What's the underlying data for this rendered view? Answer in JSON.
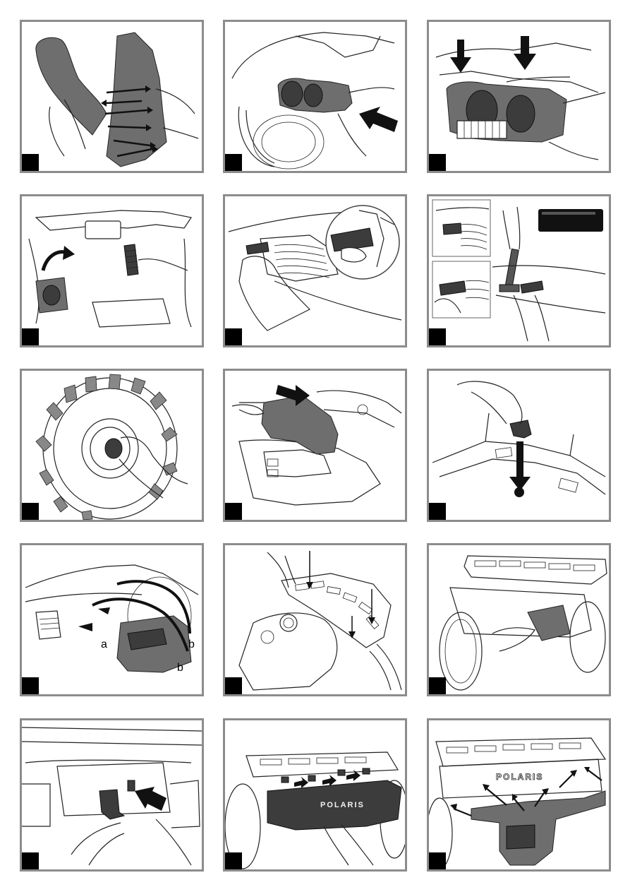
{
  "page": {
    "title": "",
    "panels": [
      {
        "id": 1,
        "labels": []
      },
      {
        "id": 2,
        "labels": []
      },
      {
        "id": 3,
        "labels": []
      },
      {
        "id": 4,
        "labels": []
      },
      {
        "id": 5,
        "labels": []
      },
      {
        "id": 6,
        "labels": []
      },
      {
        "id": 7,
        "labels": []
      },
      {
        "id": 8,
        "labels": []
      },
      {
        "id": 9,
        "labels": []
      },
      {
        "id": 10,
        "labels": [
          "a",
          "b",
          "b"
        ]
      },
      {
        "id": 11,
        "labels": []
      },
      {
        "id": 12,
        "labels": []
      },
      {
        "id": 13,
        "labels": []
      },
      {
        "id": 14,
        "labels": [
          "POLARIS"
        ]
      },
      {
        "id": 15,
        "labels": [
          "POLARIS"
        ]
      }
    ]
  },
  "p10": {
    "label_a": "a",
    "label_b1": "b",
    "label_b2": "b"
  },
  "p14": {
    "logo": "POLARIS"
  },
  "p15": {
    "logo": "POLARIS"
  },
  "colors": {
    "frame": "#8c8c8c",
    "marker": "#000000",
    "part_fill": "#6e6e6e",
    "line": "#222222"
  }
}
